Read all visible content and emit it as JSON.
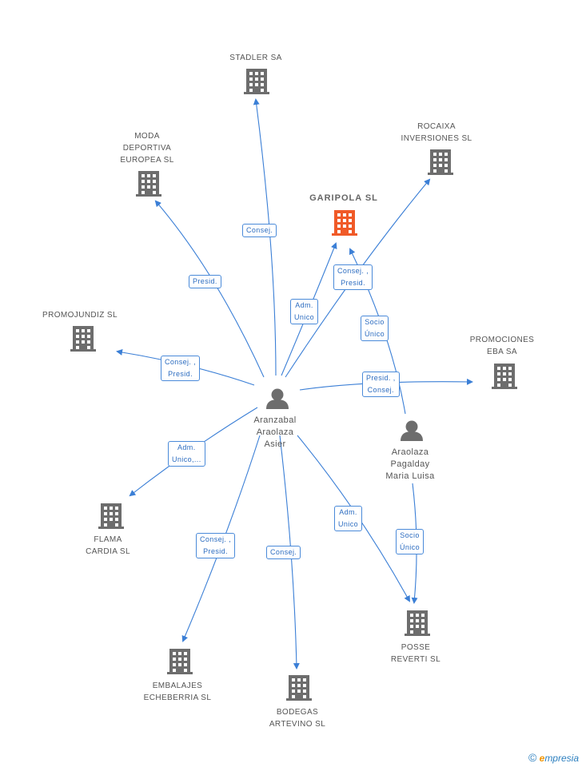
{
  "focus_company": {
    "label": "GARIPOLA  SL",
    "color": "#f05a28"
  },
  "companies": [
    {
      "id": "stadler",
      "label": "STADLER SA"
    },
    {
      "id": "moda",
      "label": "MODA\nDEPORTIVA\nEUROPEA SL"
    },
    {
      "id": "rocaixa",
      "label": "ROCAIXA\nINVERSIONES SL"
    },
    {
      "id": "promojundiz",
      "label": "PROMOJUNDIZ SL"
    },
    {
      "id": "promociones",
      "label": "PROMOCIONES\nEBA SA"
    },
    {
      "id": "flama",
      "label": "FLAMA\nCARDIA  SL"
    },
    {
      "id": "posse",
      "label": "POSSE\nREVERTI  SL"
    },
    {
      "id": "embalajes",
      "label": "EMBALAJES\nECHEBERRIA SL"
    },
    {
      "id": "bodegas",
      "label": "BODEGAS\nARTEVINO SL"
    }
  ],
  "persons": [
    {
      "id": "aranzabal",
      "label": "Aranzabal\nAraolaza\nAsier"
    },
    {
      "id": "araolaza",
      "label": "Araolaza\nPagalday\nMaria Luisa"
    }
  ],
  "edges": [
    {
      "id": "e-stadler",
      "label": "Consej."
    },
    {
      "id": "e-moda",
      "label": "Presid."
    },
    {
      "id": "e-garipola-a",
      "label": "Adm.\nUnico"
    },
    {
      "id": "e-rocaixa",
      "label": "Consej. ,\nPresid."
    },
    {
      "id": "e-garipola-b",
      "label": "Socio\nÚnico"
    },
    {
      "id": "e-promojundiz",
      "label": "Consej. ,\nPresid."
    },
    {
      "id": "e-promociones",
      "label": "Presid. ,\nConsej."
    },
    {
      "id": "e-flama",
      "label": "Adm.\nUnico,..."
    },
    {
      "id": "e-posse-a",
      "label": "Adm.\nUnico"
    },
    {
      "id": "e-posse-b",
      "label": "Socio\nÚnico"
    },
    {
      "id": "e-embalajes",
      "label": "Consej. ,\nPresid."
    },
    {
      "id": "e-bodegas",
      "label": "Consej."
    }
  ],
  "colors": {
    "edge": "#3b7fd6",
    "building": "#6d6d6d",
    "person": "#6d6d6d",
    "focus": "#f05a28"
  },
  "brand": {
    "copyright": "©",
    "initial": "e",
    "rest": "mpresia"
  }
}
